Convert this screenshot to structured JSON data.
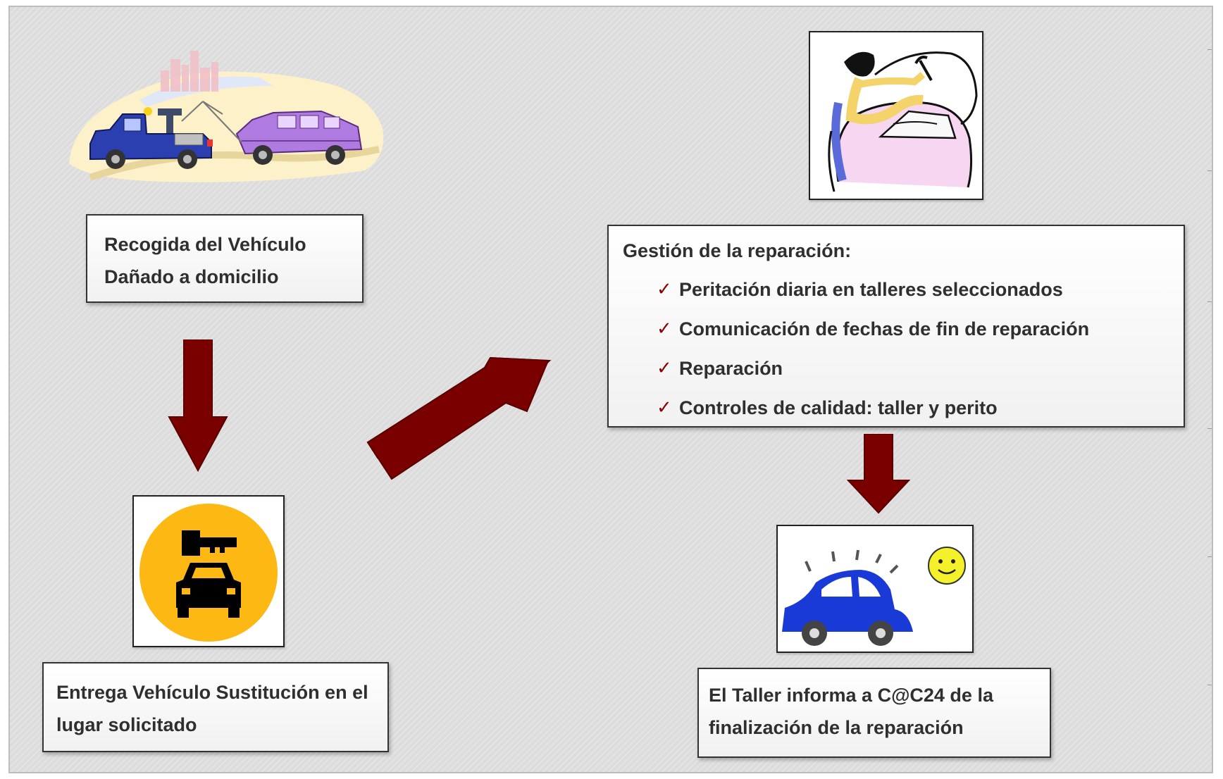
{
  "colors": {
    "arrow": "#7a0000",
    "check": "#8b0000",
    "background": "#dcdcdc",
    "key_icon_circle": "#fdb813",
    "car_blue": "#1a3ad8"
  },
  "steps": {
    "pickup": {
      "icon": "tow-truck-clipart",
      "lines": [
        "Recogida del Vehículo",
        "Dañado a domicilio"
      ]
    },
    "replacement": {
      "icon": "replacement-car-key-icon",
      "lines": [
        "Entrega Vehículo Sustitución en  el",
        "lugar solicitado"
      ]
    },
    "repair": {
      "icon": "mechanic-clipart",
      "title": "Gestión de la reparación:",
      "check_symbol": "✓",
      "items": [
        "Peritación diaria en talleres seleccionados",
        "Comunicación de fechas de fin de reparación",
        "Reparación",
        "Controles de calidad: taller y perito"
      ]
    },
    "finished": {
      "icon": "happy-car-clipart",
      "lines": [
        "El Taller informa a C@C24 de la",
        "finalización de la reparación"
      ]
    }
  }
}
